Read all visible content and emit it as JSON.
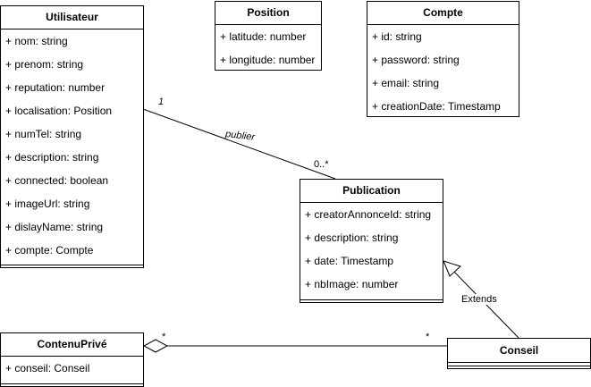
{
  "classes": {
    "utilisateur": {
      "name": "Utilisateur",
      "attributes": [
        "+ nom: string",
        "+ prenom: string",
        "+ reputation: number",
        "+ localisation: Position",
        "+ numTel: string",
        "+ description: string",
        "+ connected: boolean",
        "+ imageUrl: string",
        "+ dislayName: string",
        "+ compte: Compte"
      ]
    },
    "position": {
      "name": "Position",
      "attributes": [
        "+ latitude: number",
        "+ longitude: number"
      ]
    },
    "compte": {
      "name": "Compte",
      "attributes": [
        "+ id: string",
        "+ password: string",
        "+ email: string",
        "+ creationDate: Timestamp"
      ]
    },
    "publication": {
      "name": "Publication",
      "attributes": [
        "+ creatorAnnonceId: string",
        "+ description: string",
        "+ date: Timestamp",
        "+ nbImage: number"
      ]
    },
    "contenuPrive": {
      "name": "ContenuPrivé",
      "attributes": [
        "+ conseil: Conseil"
      ]
    },
    "conseil": {
      "name": "Conseil",
      "attributes": []
    }
  },
  "relations": {
    "publier": {
      "label": "publier",
      "source_mult": "1",
      "target_mult": "0..*"
    },
    "extends": {
      "label": "Extends"
    },
    "aggregation": {
      "source_mult": "*",
      "target_mult": "*"
    }
  }
}
